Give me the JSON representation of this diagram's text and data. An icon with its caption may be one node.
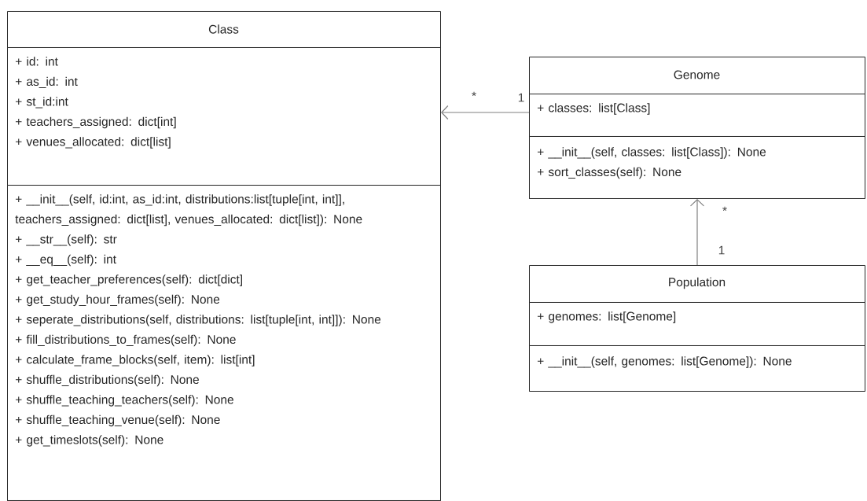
{
  "diagram": {
    "nodes": [
      {
        "text": [
          "Class"
        ]
      },
      {
        "text": [
          "+ id: int",
          "+ as_id: int",
          "+ st_id:int",
          "+ teachers_assigned: dict[int]",
          "+ venues_allocated: dict[list]"
        ],
        "in": 0
      },
      {
        "text": [
          "+ __init__(self, id:int, as_id:int, distributions:list[tuple[int, int]], teachers_assigned: dict[list], venues_allocated: dict[list]): None",
          "+ __str__(self): str",
          "+ __eq__(self): int",
          "+ get_teacher_preferences(self): dict[dict]",
          "+ get_study_hour_frames(self): None",
          "+ seperate_distributions(self, distributions: list[tuple[int, int]]): None",
          "+ fill_distributions_to_frames(self): None",
          "+ calculate_frame_blocks(self, item): list[int]",
          "+ shuffle_distributions(self): None",
          "+ shuffle_teaching_teachers(self): None",
          "+ shuffle_teaching_venue(self): None",
          "+ get_timeslots(self): None"
        ],
        "in": 0
      },
      {
        "text": [
          "Genome"
        ]
      },
      {
        "text": [
          "+ classes: list[Class]"
        ],
        "in": 3
      },
      {
        "text": [
          "+ __init__(self, classes: list[Class]): None",
          "+ sort_classes(self): None"
        ],
        "in": 3
      },
      {
        "text": [
          "Population"
        ]
      },
      {
        "text": [
          "+ genomes: list[Genome]"
        ],
        "in": 6
      },
      {
        "text": [
          "+ __init__(self, genomes: list[Genome]): None"
        ],
        "in": 6
      }
    ],
    "edges": [
      {
        "from": 3,
        "to": 0,
        "arrow": "to"
      },
      {
        "from": 6,
        "to": 3,
        "arrow": "to"
      }
    ],
    "labels": [
      "*",
      "1",
      "*",
      "1"
    ]
  }
}
